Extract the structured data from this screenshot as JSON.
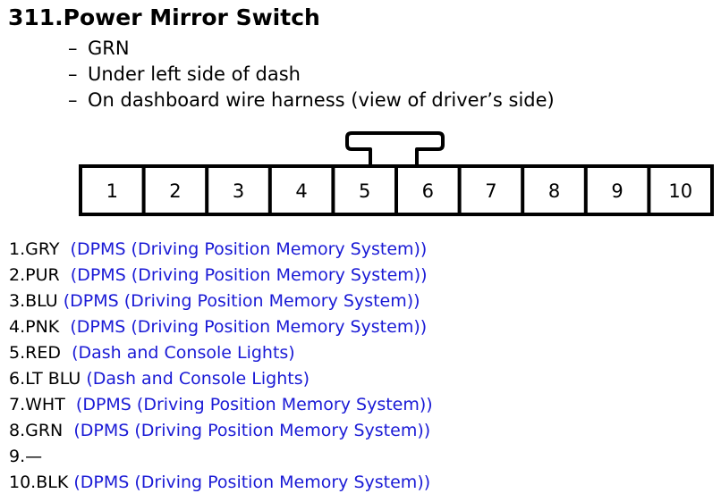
{
  "title": "311.Power Mirror Switch",
  "details": [
    "GRN",
    "Under left side of dash",
    "On dashboard wire harness (view of driver’s side)"
  ],
  "connector": {
    "pins": [
      "1",
      "2",
      "3",
      "4",
      "5",
      "6",
      "7",
      "8",
      "9",
      "10"
    ]
  },
  "pinout": [
    {
      "label": "1.GRY",
      "circuit": "(DPMS (Driving Position Memory System))"
    },
    {
      "label": "2.PUR",
      "circuit": "(DPMS (Driving Position Memory System))"
    },
    {
      "label": "3.BLU",
      "circuit": "(DPMS (Driving Position Memory System))"
    },
    {
      "label": "4.PNK",
      "circuit": "(DPMS (Driving Position Memory System))"
    },
    {
      "label": "5.RED",
      "circuit": "(Dash and Console Lights)"
    },
    {
      "label": "6.LT BLU",
      "circuit": "(Dash and Console Lights)"
    },
    {
      "label": "7.WHT",
      "circuit": "(DPMS (Driving Position Memory System))"
    },
    {
      "label": "8.GRN",
      "circuit": "(DPMS (Driving Position Memory System))"
    },
    {
      "label": "9.—",
      "circuit": ""
    },
    {
      "label": "10.BLK",
      "circuit": "(DPMS (Driving Position Memory System))"
    }
  ]
}
